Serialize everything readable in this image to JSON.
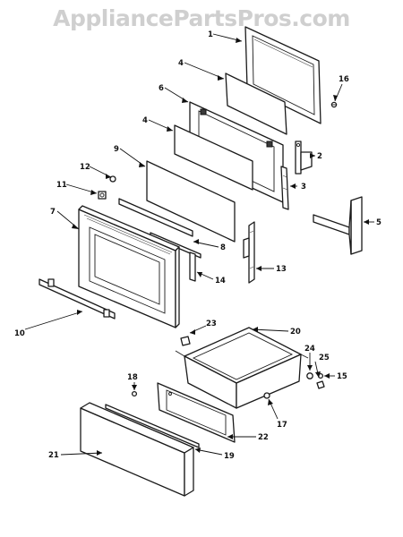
{
  "watermark": {
    "text": "AppliancePartsPros.com"
  },
  "callouts": {
    "c1": "1",
    "c2": "2",
    "c3": "3",
    "c4a": "4",
    "c4b": "4",
    "c5": "5",
    "c6": "6",
    "c7": "7",
    "c8": "8",
    "c9": "9",
    "c10": "10",
    "c11": "11",
    "c12": "12",
    "c13": "13",
    "c14": "14",
    "c15": "15",
    "c16": "16",
    "c17": "17",
    "c18": "18",
    "c19": "19",
    "c20": "20",
    "c21": "21",
    "c22": "22",
    "c23": "23",
    "c24": "24",
    "c25": "25"
  }
}
